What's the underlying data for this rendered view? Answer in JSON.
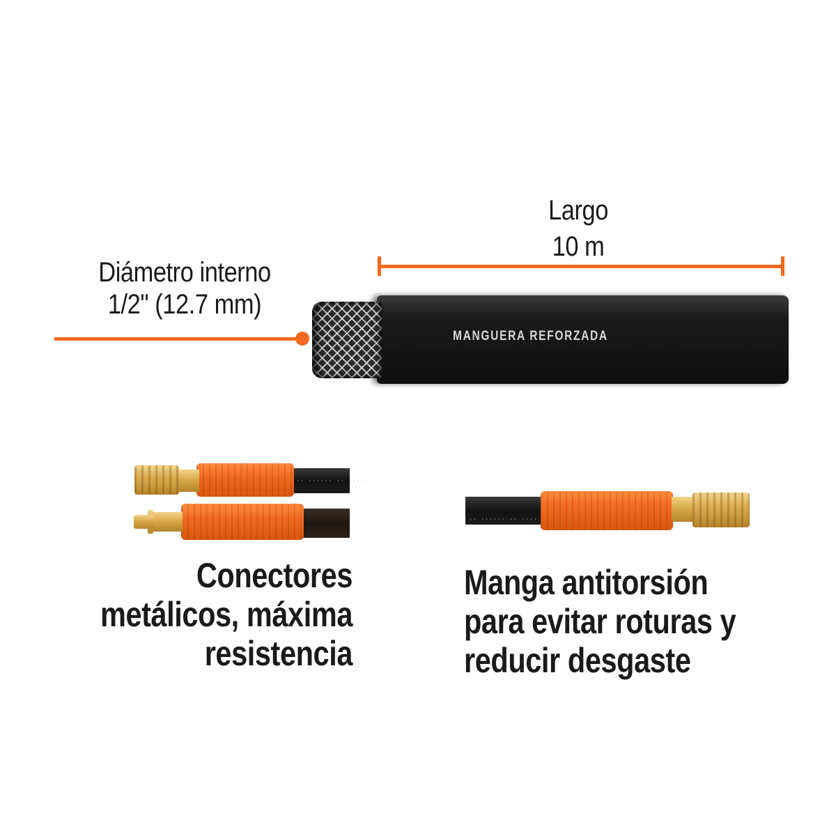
{
  "colors": {
    "accent_orange": "#f26a21",
    "text_dark": "#1a1a1a",
    "hose_black": "#151515",
    "brass": "#d9a94a",
    "background": "#ffffff"
  },
  "dimensions": {
    "diameter": {
      "line1": "Diámetro interno",
      "line2": "1/2\" (12.7 mm)"
    },
    "length": {
      "line1": "Largo",
      "line2": "10 m"
    }
  },
  "hose": {
    "printed_text": "MANGUERA REFORZADA"
  },
  "features": [
    {
      "name": "connectors",
      "lines": [
        "Conectores",
        "metálicos, máxima",
        "resistencia"
      ]
    },
    {
      "name": "anti-kink-sleeve",
      "lines": [
        "Manga antitorsión",
        "para evitar roturas y",
        "reducir desgaste"
      ]
    }
  ],
  "hose_print_small": "···· ·· ······ ··"
}
